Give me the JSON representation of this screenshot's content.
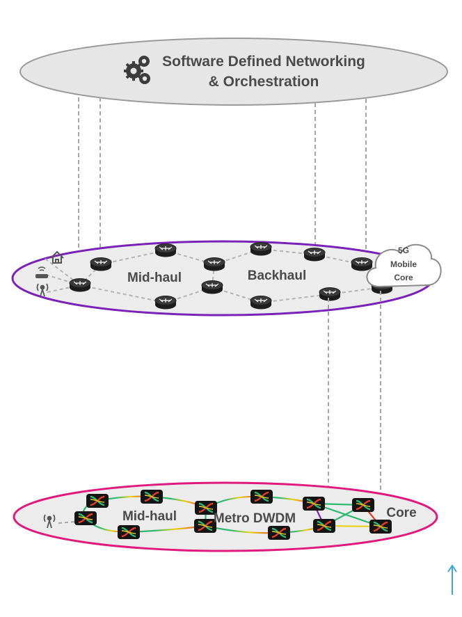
{
  "sdn": {
    "title_line1": "Software Defined Networking",
    "title_line2": "& Orchestration",
    "icon": "gears-icon"
  },
  "ip_layer": {
    "midhaul_label": "Mid-haul",
    "backhaul_label": "Backhaul",
    "cloud_line1": "5G",
    "cloud_line2": "Mobile",
    "cloud_line3": "Core",
    "icons": [
      "home-icon",
      "router-box-icon",
      "cell-tower-icon"
    ]
  },
  "optical_layer": {
    "midhaul_label": "Mid-haul",
    "metro_label": "Metro DWDM",
    "core_label": "Core",
    "icons": [
      "cell-tower-icon"
    ]
  },
  "colors": {
    "ip_ring": "#7a22b8",
    "optical_ring": "#e0197d",
    "plane_fill": "#ececec",
    "arrow": "#3ba7d8",
    "link_green": "#2cb870",
    "link_yellow": "#e8d31c",
    "link_red": "#e63a2a"
  }
}
